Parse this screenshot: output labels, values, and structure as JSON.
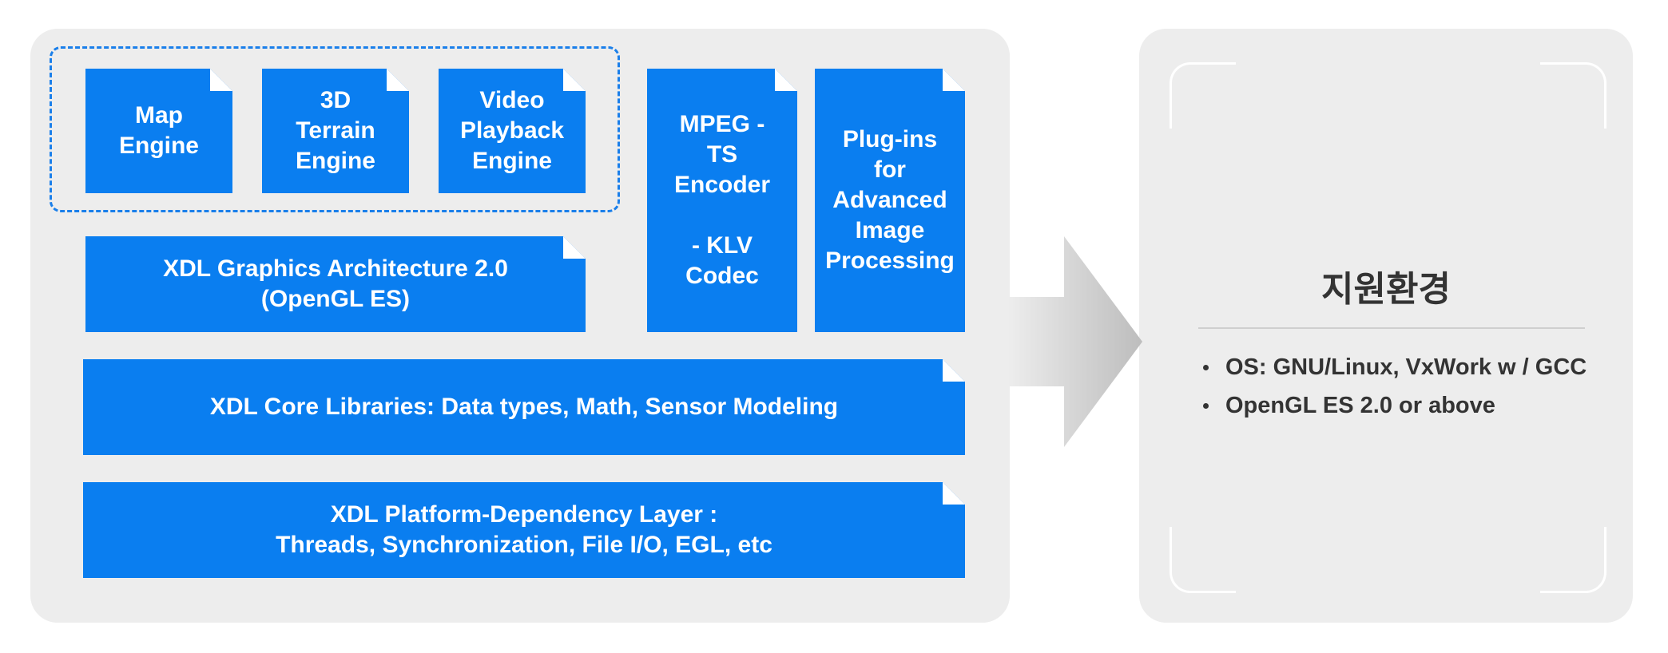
{
  "engines": {
    "map_engine": "Map\nEngine",
    "terrain_engine": "3D\nTerrain\nEngine",
    "video_engine": "Video\nPlayback\nEngine"
  },
  "mpeg_box": "MPEG -\nTS\nEncoder\n\n- KLV\nCodec",
  "plugins_box": "Plug-ins\nfor\nAdvanced\nImage\nProcessing",
  "graphics_arch": "XDL Graphics Architecture 2.0\n(OpenGL ES)",
  "core_libraries": "XDL Core Libraries: Data types, Math, Sensor Modeling",
  "platform_layer": "XDL Platform-Dependency Layer :\nThreads, Synchronization, File I/O, EGL, etc",
  "environment": {
    "title": "지원환경",
    "items": [
      "OS: GNU/Linux, VxWork w / GCC",
      "OpenGL ES 2.0 or above"
    ]
  },
  "colors": {
    "block": "#0a7ef0",
    "panel": "#ededed",
    "dashed_border": "#1a7fea",
    "text_dark": "#333333"
  }
}
